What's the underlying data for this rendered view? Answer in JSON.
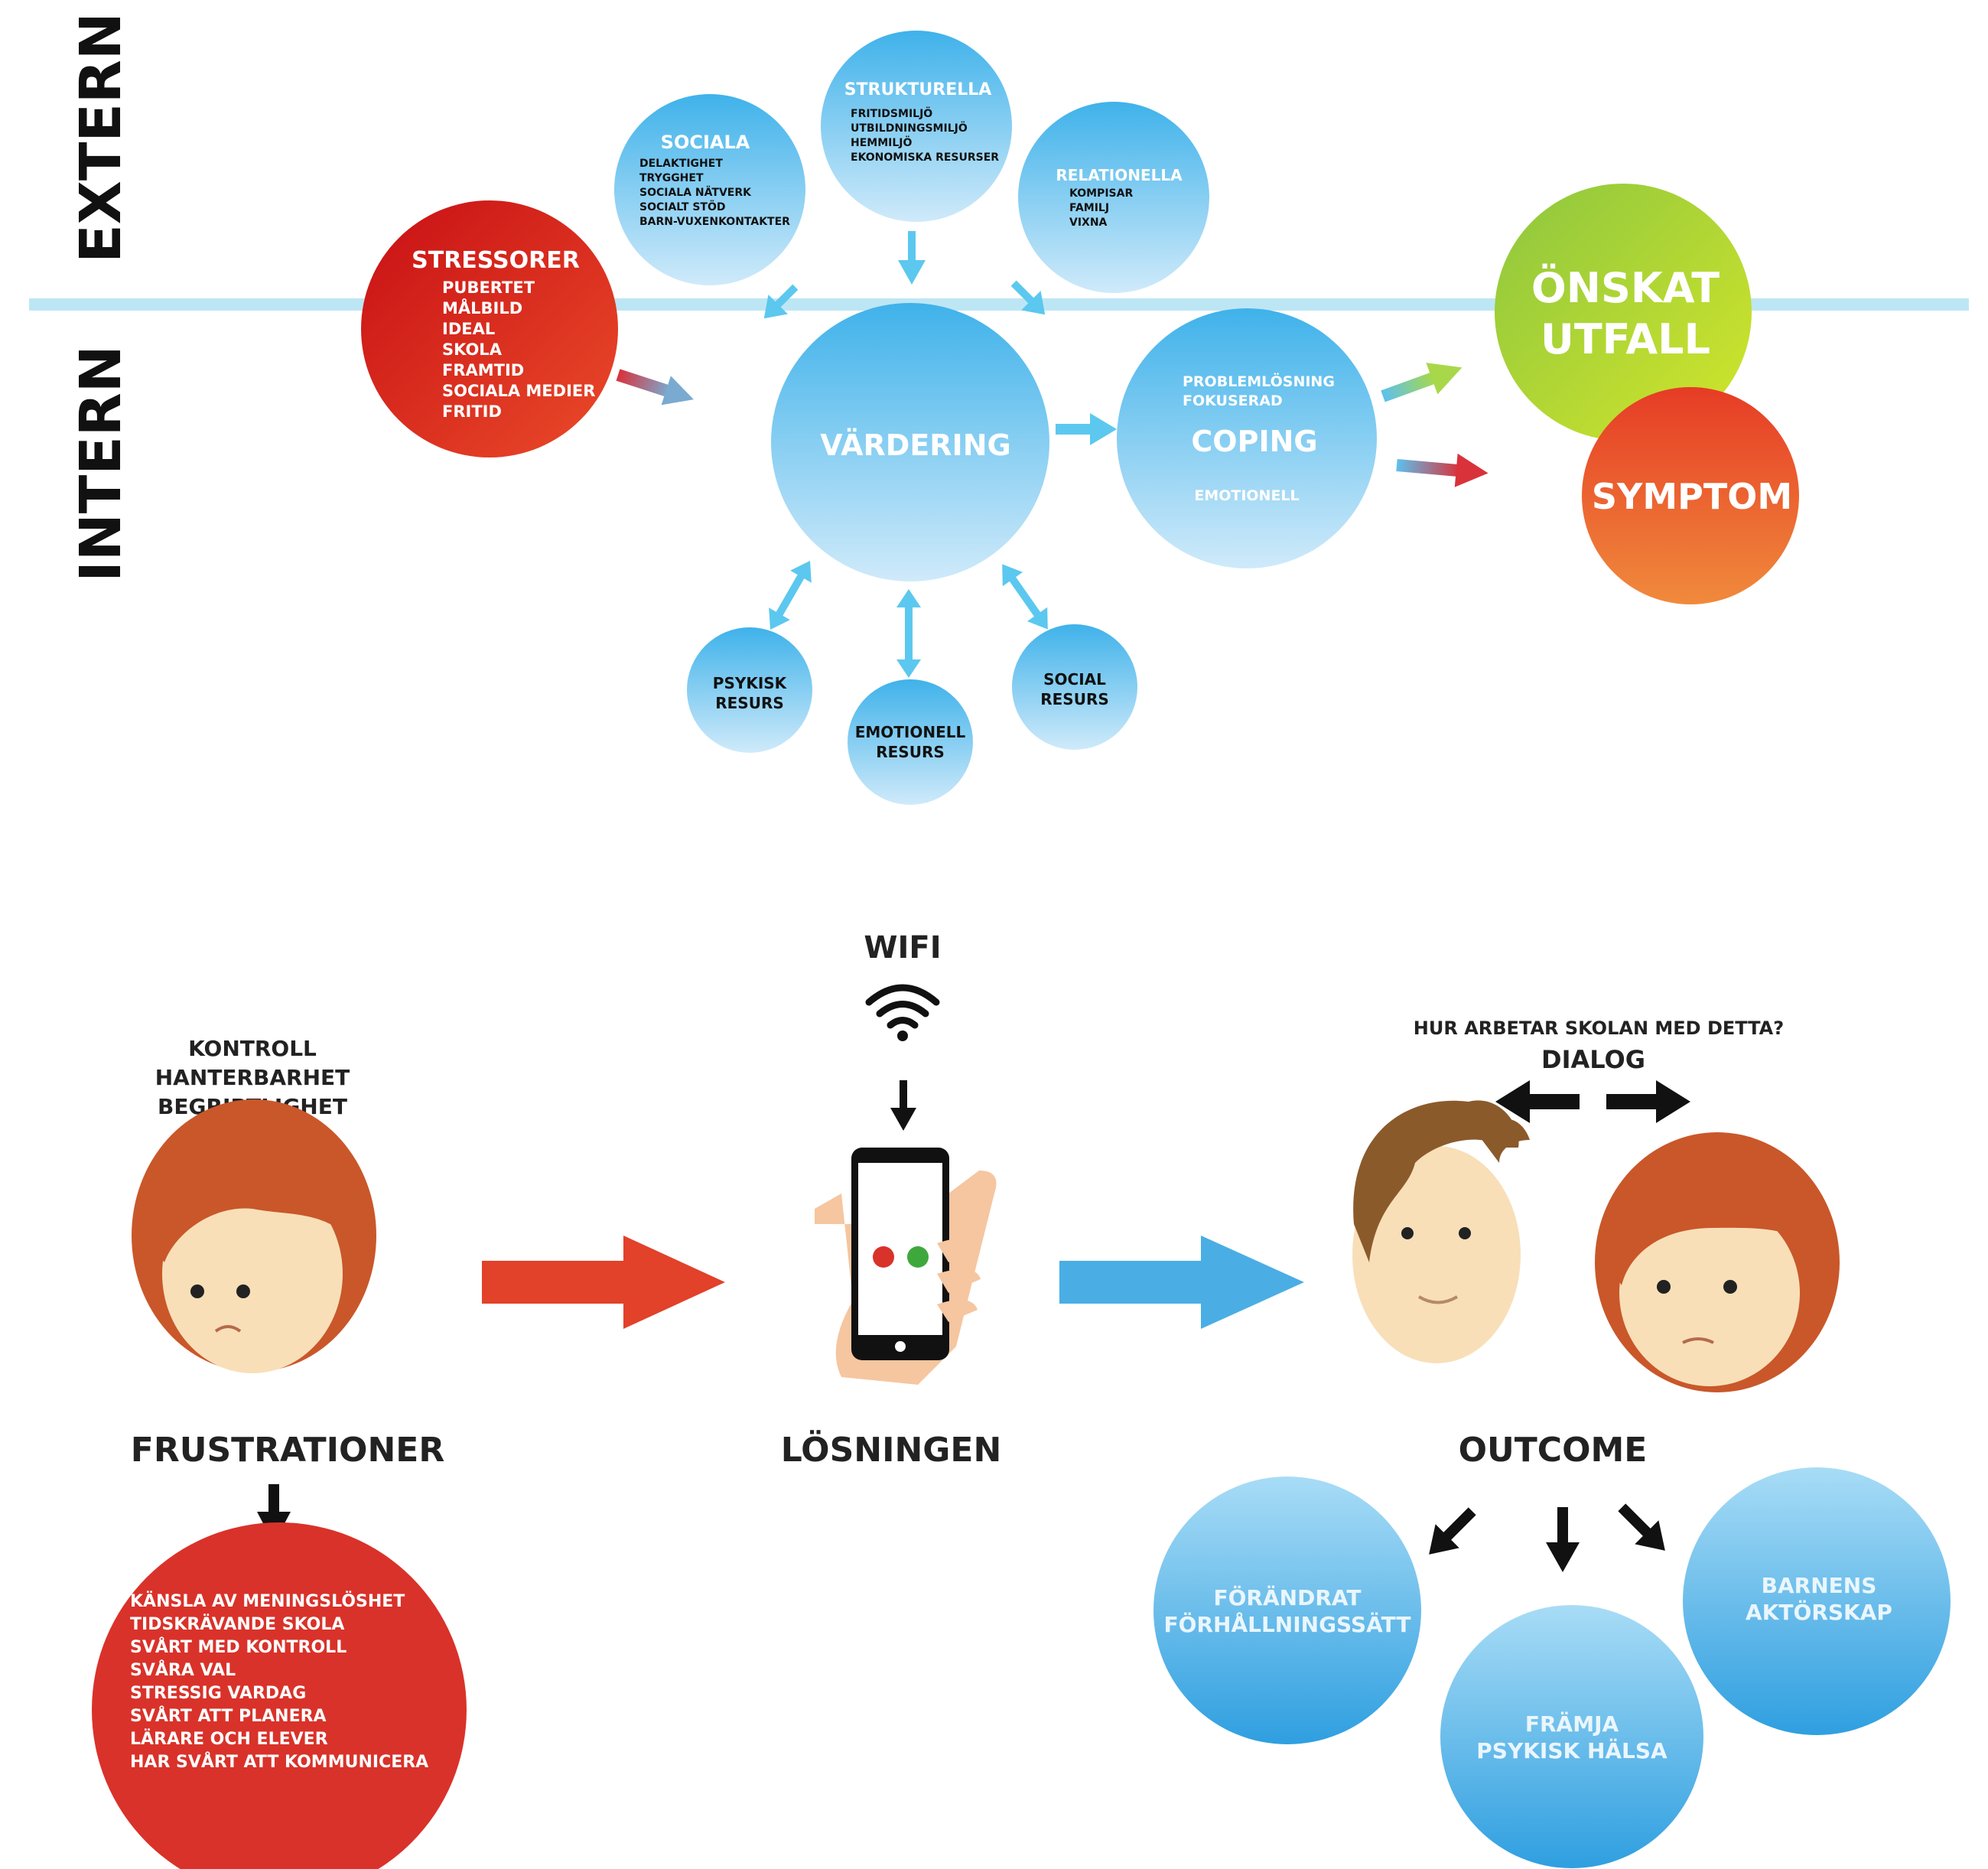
{
  "side_labels": {
    "extern": "EXTERN",
    "intern": "INTERN"
  },
  "stressorer": {
    "title": "STRESSORER",
    "items": [
      "PUBERTET",
      "MÅLBILD",
      "IDEAL",
      "SKOLA",
      "FRAMTID",
      "SOCIALA MEDIER",
      "FRITID"
    ]
  },
  "sociala": {
    "title": "SOCIALA",
    "items": [
      "DELAKTIGHET",
      "TRYGGHET",
      "SOCIALA NÄTVERK",
      "SOCIALT STÖD",
      "BARN-VUXENKONTAKTER"
    ]
  },
  "strukturella": {
    "title": "STRUKTURELLA",
    "items": [
      "FRITIDSMILJÖ",
      "UTBILDNINGSMILJÖ",
      "HEMMILJÖ",
      "EKONOMISKA RESURSER"
    ]
  },
  "relationella": {
    "title": "RELATIONELLA",
    "items": [
      "KOMPISAR",
      "FAMILJ",
      "VIXNA"
    ]
  },
  "vardering": "VÄRDERING",
  "coping": {
    "title": "COPING",
    "problem": [
      "PROBLEMLÖSNING",
      "FOKUSERAD"
    ],
    "emotion": "EMOTIONELL"
  },
  "onskat": [
    "ÖNSKAT",
    "UTFALL"
  ],
  "symptom": "SYMPTOM",
  "resurser": {
    "psykisk": [
      "PSYKISK",
      "RESURS"
    ],
    "emotionell": [
      "EMOTIONELL",
      "RESURS"
    ],
    "social": [
      "SOCIAL",
      "RESURS"
    ]
  },
  "frustrationer": {
    "header": [
      "KONTROLL",
      "HANTERBARHET",
      "BEGRIPTLIGHET"
    ],
    "title": "FRUSTRATIONER",
    "items": [
      "KÄNSLA AV MENINGSLÖSHET",
      "TIDSKRÄVANDE SKOLA",
      "SVÅRT MED KONTROLL",
      "SVÅRA VAL",
      "STRESSIG VARDAG",
      "SVÅRT ATT PLANERA",
      "LÄRARE OCH ELEVER",
      "HAR SVÅRT ATT KOMMUNICERA"
    ]
  },
  "losningen": {
    "wifi": "WIFI",
    "title": "LÖSNINGEN"
  },
  "outcome": {
    "question": "HUR ARBETAR SKOLAN MED DETTA?",
    "dialog": "DIALOG",
    "title": "OUTCOME",
    "forandrat": [
      "FÖRÄNDRAT",
      "FÖRHÅLLNINGSSÄTT"
    ],
    "framja": [
      "FRÄMJA",
      "PSYKISK HÄLSA"
    ],
    "barnens": [
      "BARNENS",
      "AKTÖRSKAP"
    ]
  },
  "colors": {
    "blue_light": "#d4ecf9",
    "blue": "#5cc0ef",
    "blue_dark": "#3fa9e6",
    "red": "#d9201a",
    "orange_red": "#e8452a",
    "green": "#b8d92c",
    "line": "#bde6f5",
    "dark": "#1a1a1a"
  }
}
